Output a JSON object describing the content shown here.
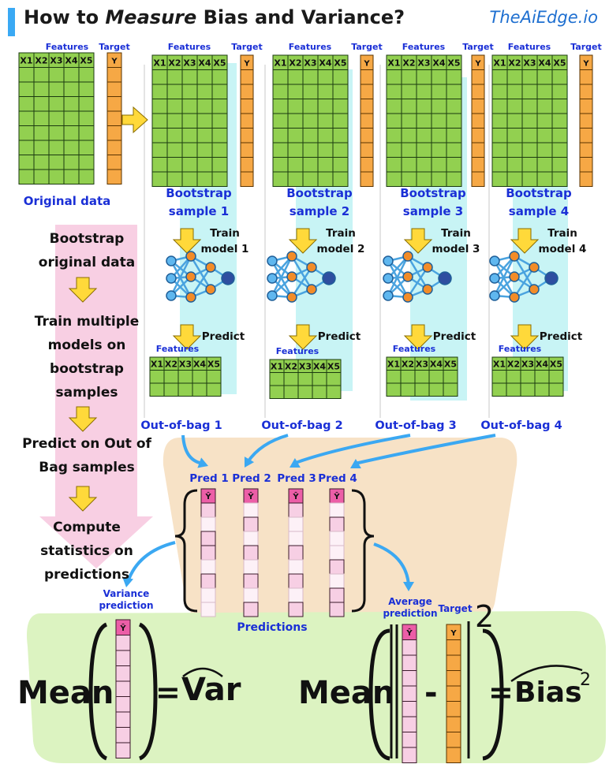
{
  "header": {
    "title_prefix": "How to ",
    "title_emph": "Measure",
    "title_suffix": " Bias and Variance?",
    "brand": "TheAiEdge.io"
  },
  "table": {
    "features_label": "Features",
    "target_label": "Target",
    "feature_columns": [
      "X1",
      "X2",
      "X3",
      "X4",
      "X5"
    ],
    "target_column": "Y",
    "pred_column": "Ŷ"
  },
  "original": {
    "label": "Original data"
  },
  "samples": [
    {
      "bootstrap_line1": "Bootstrap",
      "bootstrap_line2": "sample 1",
      "train_line1": "Train",
      "train_line2": "model 1",
      "predict": "Predict",
      "oob": "Out-of-bag 1",
      "pred": "Pred 1"
    },
    {
      "bootstrap_line1": "Bootstrap",
      "bootstrap_line2": "sample 2",
      "train_line1": "Train",
      "train_line2": "model 2",
      "predict": "Predict",
      "oob": "Out-of-bag 2",
      "pred": "Pred 2"
    },
    {
      "bootstrap_line1": "Bootstrap",
      "bootstrap_line2": "sample 3",
      "train_line1": "Train",
      "train_line2": "model 3",
      "predict": "Predict",
      "oob": "Out-of-bag 3",
      "pred": "Pred 3"
    },
    {
      "bootstrap_line1": "Bootstrap",
      "bootstrap_line2": "sample 4",
      "train_line1": "Train",
      "train_line2": "model 4",
      "predict": "Predict",
      "oob": "Out-of-bag 4",
      "pred": "Pred 4"
    }
  ],
  "steps": {
    "s1_l1": "Bootstrap",
    "s1_l2": "original data",
    "s2_l1": "Train multiple",
    "s2_l2": "models on",
    "s2_l3": "bootstrap",
    "s2_l4": "samples",
    "s3_l1": "Predict on Out of",
    "s3_l2": "Bag samples",
    "s4_l1": "Compute",
    "s4_l2": "statistics on",
    "s4_l3": "predictions"
  },
  "results": {
    "predictions_label": "Predictions",
    "variance_l1": "Variance",
    "variance_l2": "prediction",
    "average_l1": "Average",
    "average_l2": "prediction",
    "target_label": "Target",
    "mean_label": "Mean",
    "equals": "=",
    "minus": "-",
    "var_label": "Var",
    "bias_label": "Bias",
    "square": "2"
  },
  "colors": {
    "green": "#92d050",
    "orange": "#f6a845",
    "pink": "#f7cfe4",
    "pink_header": "#ec5ea7",
    "blue": "#1a2fd6",
    "light_blue": "#c8f4f5",
    "peach": "#f7e2c6",
    "light_green": "#dcf3c1",
    "yellow": "#ffd93a"
  }
}
